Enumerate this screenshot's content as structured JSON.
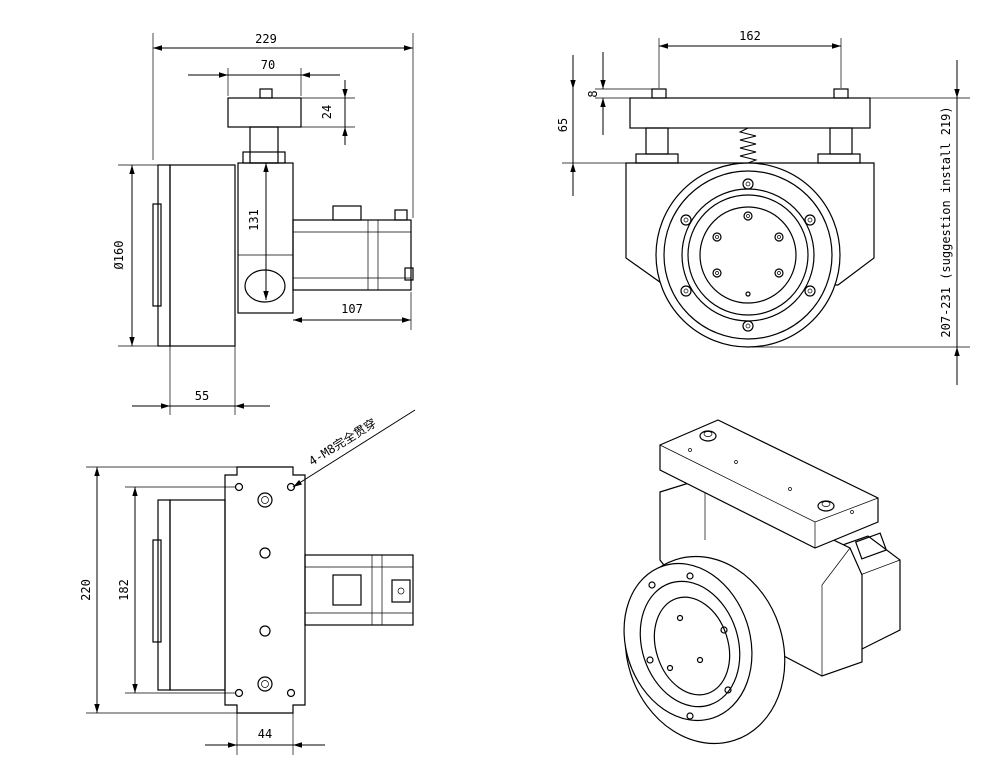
{
  "dimensions": {
    "front_total_width": "229",
    "top_plate_width": "70",
    "top_plate_height": "24",
    "wheel_diameter": "Ø160",
    "bracket_height": "131",
    "motor_length": "107",
    "wheel_width": "55",
    "side_hole_spacing": "162",
    "side_plate_thickness": "8",
    "side_top_height": "65",
    "side_install_height": "207-231 (suggestion install 219)",
    "plan_total_length": "220",
    "plan_hole_spacing": "182",
    "plan_plate_width": "44"
  },
  "annotations": {
    "hole_note": "4-M8完全贯穿"
  }
}
